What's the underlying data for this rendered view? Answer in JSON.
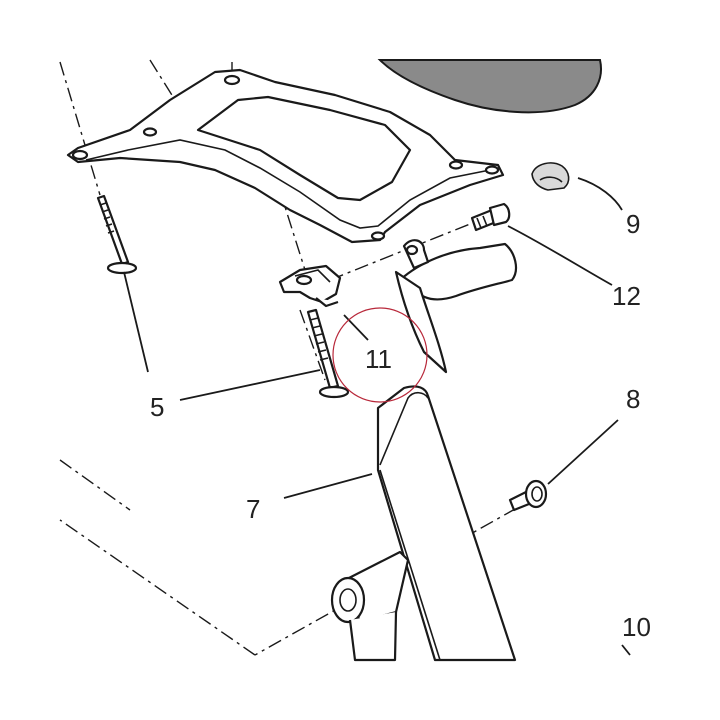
{
  "diagram": {
    "callouts": {
      "c5": "5",
      "c7": "7",
      "c8": "8",
      "c9": "9",
      "c10": "10",
      "c11": "11",
      "c12": "12"
    },
    "colors": {
      "line": "#1a1a1a",
      "seat": "#8a8a8a",
      "highlight_circle": "#b8283a"
    }
  }
}
